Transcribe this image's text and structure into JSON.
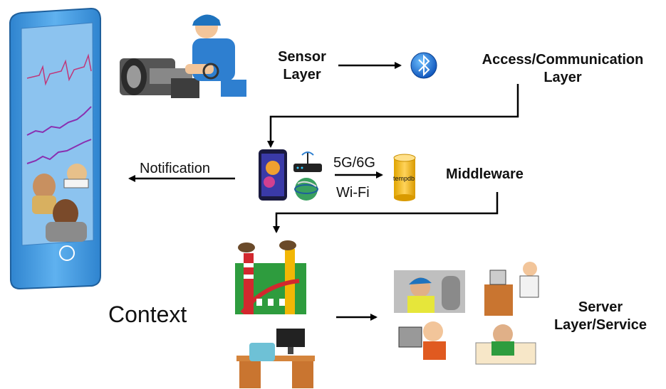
{
  "labels": {
    "sensor_layer": [
      "Sensor",
      "Layer"
    ],
    "access_layer": [
      "Access/Communication",
      "Layer"
    ],
    "middleware": "Middleware",
    "notification": "Notification",
    "network_5g": "5G/6G",
    "network_wifi": "Wi-Fi",
    "db_label": "tempdb",
    "context": "Context",
    "server_layer": [
      "Server",
      "Layer/Service"
    ]
  },
  "colors": {
    "phone_body": "#4aa3e6",
    "phone_screen": "#7fb7ea",
    "arrow": "#000000",
    "bluetooth": "#1a73e8",
    "db_gold": "#f2b705",
    "factory_red": "#d2282e",
    "factory_green": "#2e9c3e"
  },
  "icons": [
    "bluetooth-icon",
    "database-icon",
    "router-icon",
    "globe-icon",
    "smartphone-icon",
    "lathe-worker-icon",
    "factory-icon",
    "desk-icon",
    "server-people-icon"
  ]
}
